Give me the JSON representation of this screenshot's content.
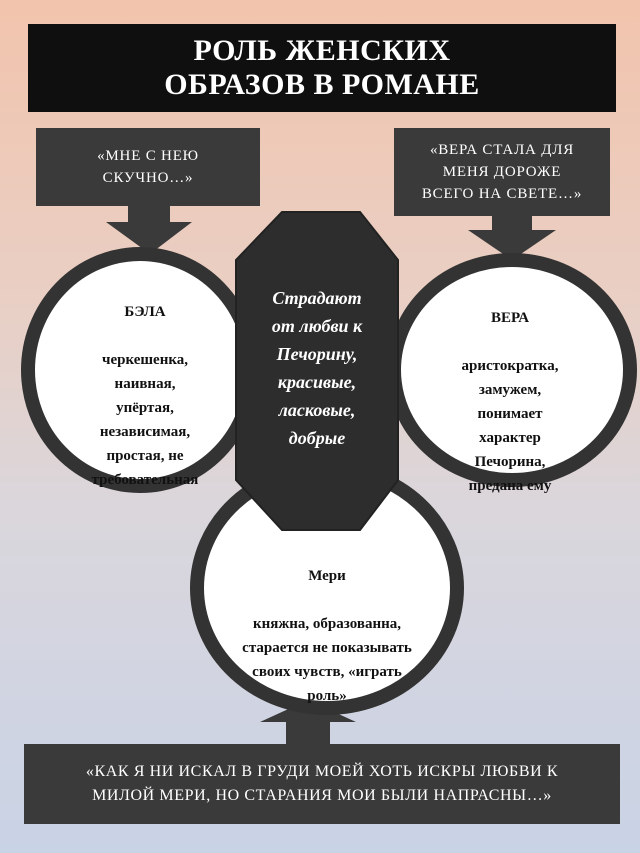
{
  "title": "РОЛЬ ЖЕНСКИХ\nОБРАЗОВ В РОМАНЕ",
  "quotes": {
    "bela_quote": "«МНЕ С НЕЮ\nСКУЧНО…»",
    "vera_quote": "«ВЕРА СТАЛА ДЛЯ\nМЕНЯ ДОРОЖЕ\nВСЕГО НА СВЕТЕ…»",
    "mary_quote": "«КАК Я НИ ИСКАЛ В ГРУДИ МОЕЙ ХОТЬ ИСКРЫ ЛЮБВИ К\nМИЛОЙ МЕРИ,  НО СТАРАНИЯ МОИ БЫЛИ НАПРАСНЫ…»"
  },
  "circles": {
    "bela": {
      "name": "БЭЛА",
      "traits": "черкешенка,\nнаивная,\nупёртая,\nнезависимая,\nпростая, не\nтребовательная"
    },
    "vera": {
      "name": "ВЕРА",
      "traits": "аристократка,\nзамужем,\nпонимает\nхарактер\nПечорина,\nпредана ему"
    },
    "mary": {
      "name": "Мери",
      "traits": "княжна, образованна,\nстарается не показывать\nсвоих чувств, «играть\nроль»"
    }
  },
  "center": {
    "text": "Страдают\nот любви к\nПечорину,\nкрасивые,\nласковые,\nдобрые"
  },
  "colors": {
    "ring": "#333333",
    "ring_fill": "#ffffff",
    "box_dark": "#3a3a3a",
    "title_bg": "#0f0f0f",
    "octagon": "#2d2d2d"
  }
}
